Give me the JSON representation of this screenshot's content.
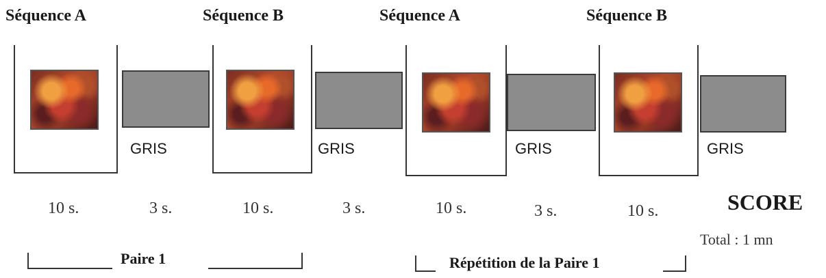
{
  "sequences": [
    {
      "title": "Séquence A",
      "duration": "10 s."
    },
    {
      "title": "Séquence B",
      "duration": "10 s."
    },
    {
      "title": "Séquence A",
      "duration": "10 s."
    },
    {
      "title": "Séquence B",
      "duration": "10 s."
    }
  ],
  "grays": [
    {
      "label": "GRIS",
      "duration": "3 s."
    },
    {
      "label": "GRIS",
      "duration": "3 s."
    },
    {
      "label": "GRIS",
      "duration": "3 s."
    },
    {
      "label": "GRIS"
    }
  ],
  "score": {
    "title": "SCORE",
    "total": "Total : 1 mn"
  },
  "brackets": {
    "pair": "Paire 1",
    "repetition": "Répétition de la Paire 1"
  },
  "colors": {
    "gray_screen": "#8c8c8c",
    "frame": "#333333"
  }
}
